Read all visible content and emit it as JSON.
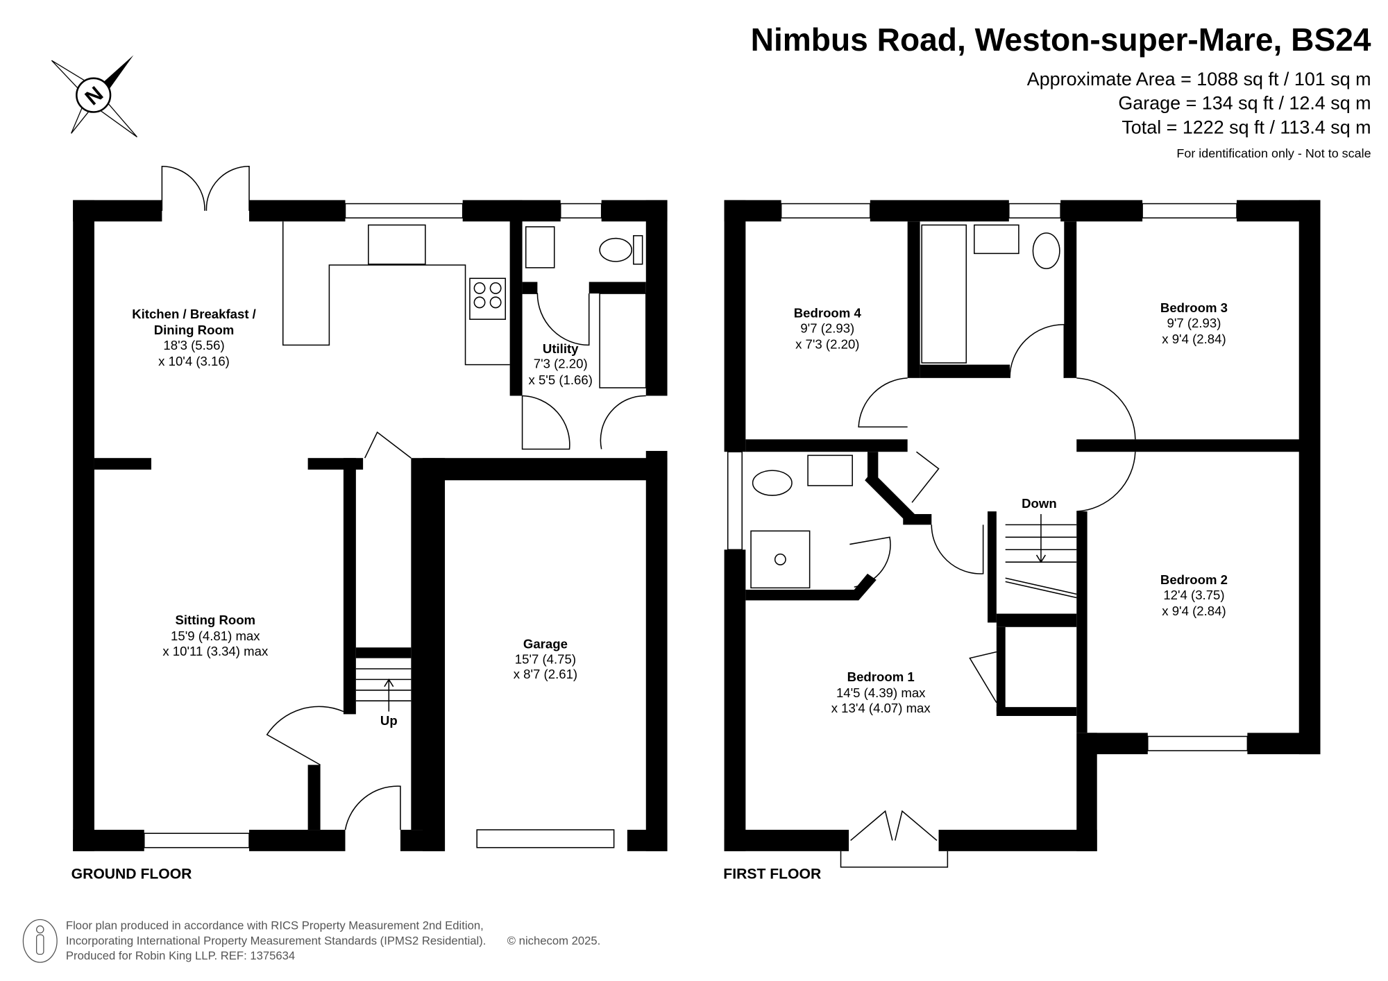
{
  "header": {
    "title": "Nimbus Road, Weston-super-Mare, BS24",
    "area": "Approximate Area = 1088 sq ft / 101 sq m",
    "garage": "Garage = 134 sq ft / 12.4 sq m",
    "total": "Total = 1222 sq ft / 113.4 sq m",
    "disclaimer": "For identification only - Not to scale"
  },
  "compass": {
    "letter": "N",
    "icon": "compass-north-icon"
  },
  "ground_floor": {
    "label": "GROUND FLOOR",
    "rooms": [
      {
        "name": "Kitchen / Breakfast /",
        "name2": "Dining Room",
        "dim1": "18'3 (5.56)",
        "dim2": "x 10'4 (3.16)"
      },
      {
        "name": "Utility",
        "dim1": "7'3 (2.20)",
        "dim2": "x 5'5 (1.66)"
      },
      {
        "name": "Sitting Room",
        "dim1": "15'9 (4.81) max",
        "dim2": "x 10'11 (3.34) max"
      },
      {
        "name": "Garage",
        "dim1": "15'7 (4.75)",
        "dim2": "x 8'7 (2.61)"
      }
    ],
    "stairs_label": "Up"
  },
  "first_floor": {
    "label": "FIRST FLOOR",
    "rooms": [
      {
        "name": "Bedroom 4",
        "dim1": "9'7 (2.93)",
        "dim2": "x 7'3 (2.20)"
      },
      {
        "name": "Bedroom 3",
        "dim1": "9'7 (2.93)",
        "dim2": "x 9'4 (2.84)"
      },
      {
        "name": "Bedroom 2",
        "dim1": "12'4 (3.75)",
        "dim2": "x 9'4 (2.84)"
      },
      {
        "name": "Bedroom 1",
        "dim1": "14'5 (4.39) max",
        "dim2": "x 13'4 (4.07) max"
      }
    ],
    "stairs_label": "Down"
  },
  "footer": {
    "line1": "Floor plan produced in accordance with RICS Property Measurement 2nd Edition,",
    "line2": "Incorporating International Property Measurement Standards (IPMS2 Residential).",
    "copyright": "© nichecom 2025.",
    "line3": "Produced for Robin King LLP.   REF:  1375634",
    "icon": "ipms-person-icon"
  }
}
